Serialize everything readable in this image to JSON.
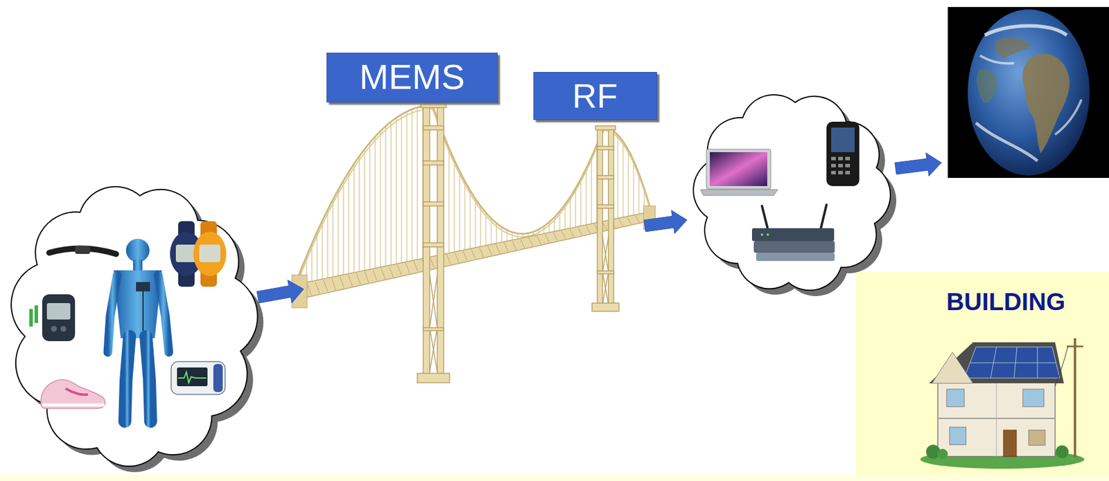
{
  "diagram": {
    "nodes": [
      {
        "text": [
          "MEMS"
        ]
      },
      {
        "text": [
          "RF"
        ]
      },
      {
        "text": [
          "BUILDING"
        ]
      }
    ]
  }
}
